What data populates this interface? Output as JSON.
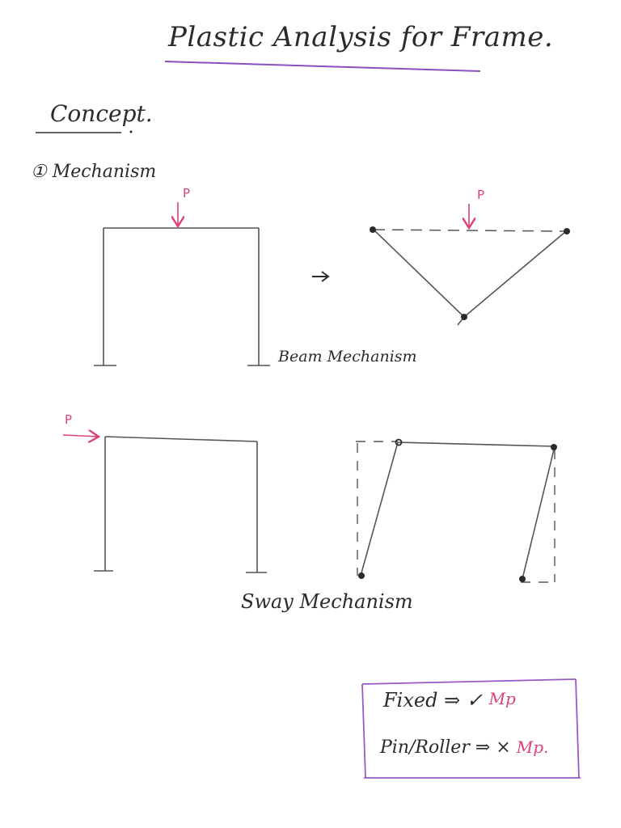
{
  "title": "Plastic Analysis for Frame.",
  "section_heading": "Concept.",
  "subsection": {
    "number_glyph": "①",
    "label": "Mechanism"
  },
  "beam_mechanism": {
    "load_label": "P",
    "label": "Beam Mechanism"
  },
  "sway_mechanism": {
    "load_label": "P",
    "label": "Sway Mechanism"
  },
  "legend_box": {
    "row1": {
      "support": "Fixed",
      "implies": "⇒",
      "mark": "✓",
      "moment": "Mp"
    },
    "row2": {
      "support": "Pin/Roller",
      "implies": "⇒",
      "mark": "×",
      "moment": "Mp."
    }
  },
  "colors": {
    "ink": "#2b2b2b",
    "load_pink": "#e0407a",
    "underline_purple": "#8a4fc0",
    "box_purple": "#9b59c6"
  }
}
